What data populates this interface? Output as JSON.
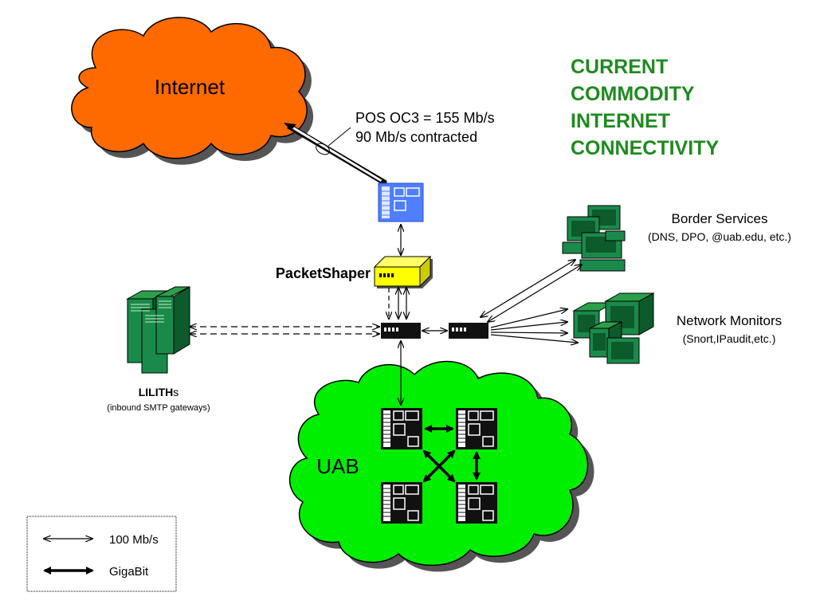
{
  "title": {
    "lines": [
      "CURRENT",
      "COMMODITY",
      "INTERNET",
      "CONNECTIVITY"
    ],
    "color": "#1f8a1f"
  },
  "internet": {
    "label": "Internet",
    "color": "#ff6a00"
  },
  "uab": {
    "label": "UAB",
    "color": "#00ee00"
  },
  "link": {
    "line1": "POS OC3 = 155 Mb/s",
    "line2": "90 Mb/s contracted"
  },
  "packetshaper": {
    "label": "PacketShaper",
    "color": "#ffff00"
  },
  "lilith": {
    "name_bold": "LILITH",
    "name_suffix": "s",
    "sub": "(inbound SMTP gateways)"
  },
  "border_services": {
    "title": "Border Services",
    "sub": "(DNS, DPO, @uab.edu, etc.)"
  },
  "network_monitors": {
    "title": "Network Monitors",
    "sub": "(Snort,IPaudit,etc.)"
  },
  "legend": {
    "items": [
      {
        "label": "100 Mb/s",
        "style": "thin"
      },
      {
        "label": "GigaBit",
        "style": "thick"
      }
    ]
  },
  "icons": [
    "cloud-icon",
    "router-icon",
    "packetshaper-icon",
    "switch-icon",
    "server-rack-icon",
    "workstation-icon",
    "monitor-icon"
  ],
  "colors": {
    "router_blue": "#4f7fff",
    "device_green": "#1a8a4a",
    "device_dark_green": "#0d5a2a"
  }
}
